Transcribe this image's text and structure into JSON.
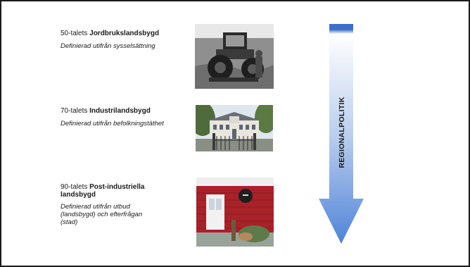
{
  "eras": [
    {
      "prefix": "50-talets ",
      "name": "Jordbrukslandsbygd",
      "description": "Definierad utifrån sysselsättning",
      "image": "tractor-photo"
    },
    {
      "prefix": "70-talets ",
      "name": "Industrilandsbygd",
      "description": "Definierad utifrån befolkningstäthet",
      "image": "manor-house-photo"
    },
    {
      "prefix": "90-talets ",
      "name": "Post-industriella landsbygd",
      "description": "Definierad utifrån utbud (landsbygd) och efterfrågan (stad)",
      "image": "red-shop-photo"
    }
  ],
  "arrow": {
    "label": "REGIONALPOLITIK",
    "color_top": "#3a6fc4",
    "color_bottom": "#5b8fe0"
  }
}
